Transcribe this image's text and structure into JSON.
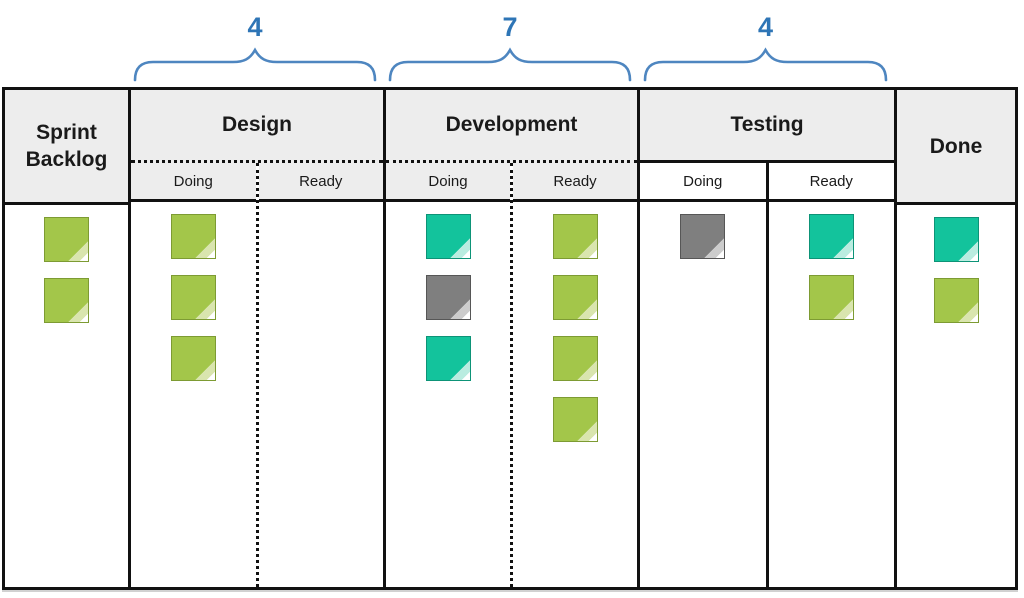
{
  "accent": {
    "wip_number_color": "#2e75b6",
    "brace_color": "#4e86c0",
    "board_border_color": "#111111",
    "header_bg": "#ededed"
  },
  "wip_limits": [
    {
      "column": "Design",
      "value": "4"
    },
    {
      "column": "Development",
      "value": "7"
    },
    {
      "column": "Testing",
      "value": "4"
    }
  ],
  "columns": [
    {
      "title": "Sprint Backlog",
      "notes": [
        "green",
        "green"
      ]
    },
    {
      "title": "Design",
      "divider": "dotted",
      "subcolumns": [
        {
          "label": "Doing",
          "notes": [
            "green",
            "green",
            "green"
          ]
        },
        {
          "label": "Ready",
          "notes": []
        }
      ]
    },
    {
      "title": "Development",
      "divider": "dotted",
      "subcolumns": [
        {
          "label": "Doing",
          "notes": [
            "teal",
            "gray",
            "teal"
          ]
        },
        {
          "label": "Ready",
          "notes": [
            "green",
            "green",
            "green",
            "green"
          ]
        }
      ]
    },
    {
      "title": "Testing",
      "divider": "solid",
      "subcolumns": [
        {
          "label": "Doing",
          "notes": [
            "gray"
          ]
        },
        {
          "label": "Ready",
          "notes": [
            "teal",
            "green"
          ]
        }
      ]
    },
    {
      "title": "Done",
      "notes": [
        "teal",
        "green"
      ]
    }
  ],
  "note_colors": {
    "green": {
      "fill": "#a3c64a",
      "border": "#7d9b33",
      "fold": "#d9e5ae"
    },
    "teal": {
      "fill": "#13c39c",
      "border": "#0d9377",
      "fold": "#baece0"
    },
    "gray": {
      "fill": "#7f7f7f",
      "border": "#565656",
      "fold": "#cccccc"
    }
  }
}
